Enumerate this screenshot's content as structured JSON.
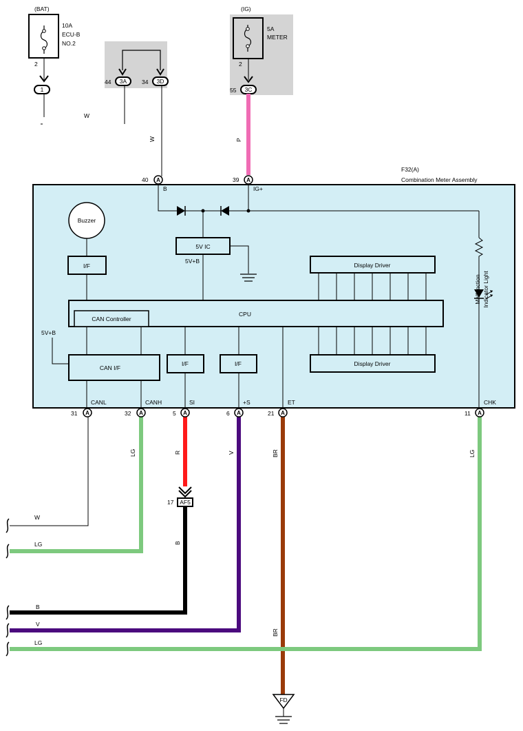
{
  "fuses": [
    {
      "source": "(BAT)",
      "rating": "10A",
      "name_line1": "ECU-B",
      "name_line2": "NO.2",
      "pin": "2"
    },
    {
      "source": "(IG)",
      "rating": "5A",
      "name_line1": "METER",
      "name_line2": "",
      "pin": "2"
    }
  ],
  "connectors": {
    "c1": {
      "label": "1"
    },
    "c3a": {
      "pin": "44",
      "label": "3A"
    },
    "c3d": {
      "pin": "34",
      "label": "3D"
    },
    "c3c": {
      "pin": "55",
      "label": "3C"
    },
    "af5": {
      "pin": "17",
      "label": "AF5"
    },
    "fd": {
      "label": "FD"
    }
  },
  "assembly": {
    "ref": "F32(A)",
    "name": "Combination Meter Assembly",
    "conn_letter": "A"
  },
  "top_pins": [
    {
      "num": "40",
      "name": "B"
    },
    {
      "num": "39",
      "name": "IG+"
    }
  ],
  "bottom_pins": [
    {
      "num": "31",
      "name": "CANL"
    },
    {
      "num": "32",
      "name": "CANH"
    },
    {
      "num": "5",
      "name": "SI"
    },
    {
      "num": "6",
      "name": "+S"
    },
    {
      "num": "21",
      "name": "ET"
    },
    {
      "num": "11",
      "name": "CHK"
    }
  ],
  "blocks": {
    "buzzer": "Buzzer",
    "if_buzzer": "I/F",
    "ic5v": "5V IC",
    "ic5v_out": "5V+B",
    "cpu": "CPU",
    "can_controller": "CAN Controller",
    "display_driver_top": "Display Driver",
    "display_driver_bottom": "Display Driver",
    "can_if": "CAN I/F",
    "five_vb": "5V+B",
    "if_si": "I/F",
    "if_s": "I/F",
    "mil_line1": "Malfunction",
    "mil_line2": "Indicator Light"
  },
  "wire_labels": {
    "w_top": "W",
    "w_3d": "W",
    "p_3c": "P",
    "lg_canh": "LG",
    "r_si": "R",
    "v_s": "V",
    "br_et": "BR",
    "lg_chk": "LG",
    "b_af5": "B",
    "br_lower": "BR",
    "out_w": "W",
    "out_lg1": "LG",
    "out_b": "B",
    "out_v": "V",
    "out_lg2": "LG"
  },
  "colors": {
    "pink": "#f06cb4",
    "red": "#ff1a1a",
    "purple": "#4b0a7e",
    "brown": "#9a3a0a",
    "lightgreen": "#7dc97e",
    "black": "#000000",
    "box_fill": "#d3eef5",
    "gray_fill": "#d4d4d4"
  }
}
